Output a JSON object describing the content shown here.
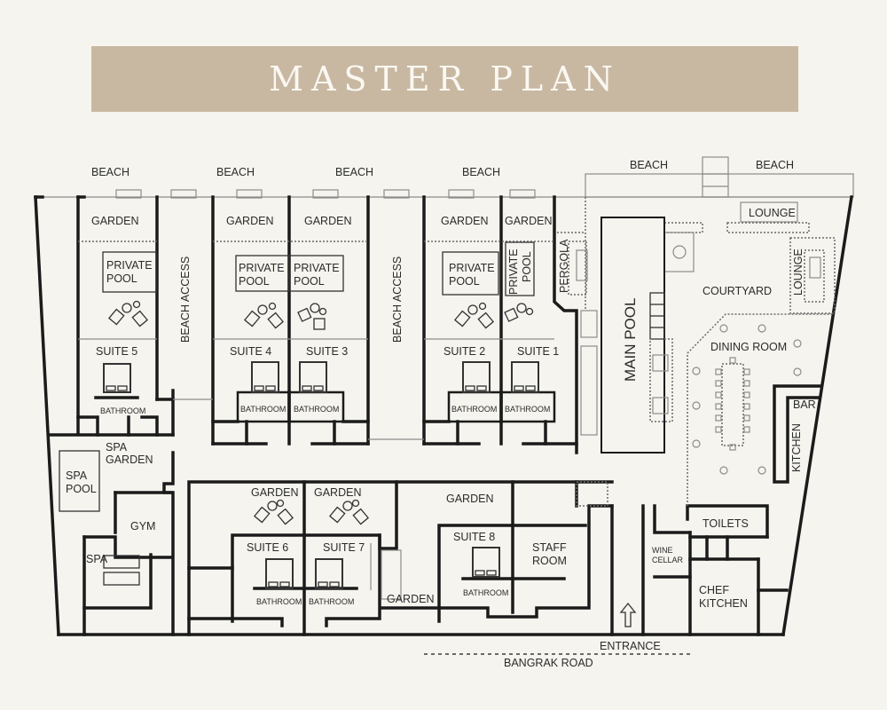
{
  "title": "MASTER PLAN",
  "plan": {
    "beach": "BEACH",
    "garden": "GARDEN",
    "private_pool_1": "PRIVATE",
    "private_pool_2": "POOL",
    "beach_access": "BEACH ACCESS",
    "bathroom": "BATHROOM",
    "suite_1": "SUITE 1",
    "suite_2": "SUITE 2",
    "suite_3": "SUITE 3",
    "suite_4": "SUITE 4",
    "suite_5": "SUITE 5",
    "suite_6": "SUITE 6",
    "suite_7": "SUITE 7",
    "suite_8": "SUITE 8",
    "pergola": "PERGOLA",
    "main_pool": "MAIN POOL",
    "lounge": "LOUNGE",
    "courtyard": "COURTYARD",
    "dining_room": "DINING ROOM",
    "bar": "BAR",
    "kitchen": "KITCHEN",
    "spa_garden_1": "SPA",
    "spa_garden_2": "GARDEN",
    "spa_pool_1": "SPA",
    "spa_pool_2": "POOL",
    "gym": "GYM",
    "spa": "SPA",
    "staff_room_1": "STAFF",
    "staff_room_2": "ROOM",
    "wine_cellar_1": "WINE",
    "wine_cellar_2": "CELLAR",
    "toilets": "TOILETS",
    "chef_kitchen_1": "CHEF",
    "chef_kitchen_2": "KITCHEN",
    "entrance": "ENTRANCE",
    "road": "BANGRAK ROAD"
  }
}
